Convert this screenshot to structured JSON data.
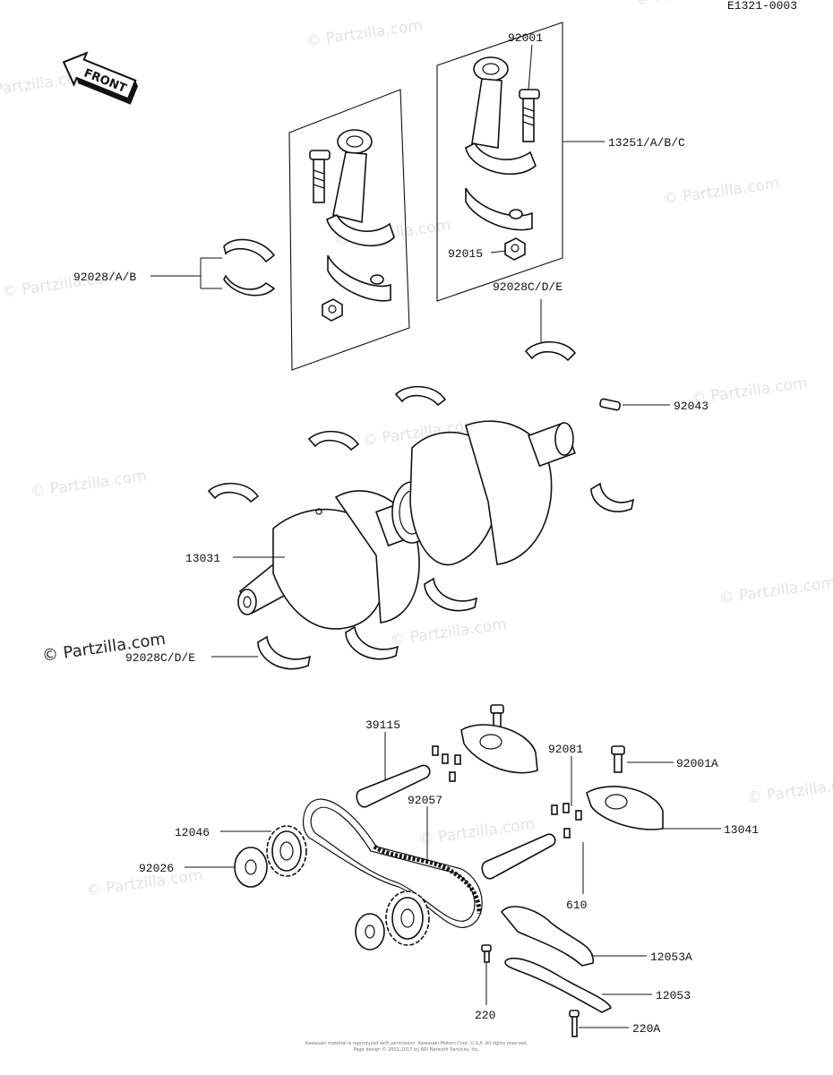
{
  "diagram_code": "E1321-0003",
  "front_arrow_label": "FRONT",
  "watermark_text": "© Partzilla.com",
  "parts": {
    "p92001": "92001",
    "p13251": "13251/A/B/C",
    "p92028ab": "92028/A/B",
    "p92015": "92015",
    "p92028cde_upper": "92028C/D/E",
    "p92043": "92043",
    "p13031": "13031",
    "p92028cde_lower": "92028C/D/E",
    "p39115": "39115",
    "p92081": "92081",
    "p92001a": "92001A",
    "p92057": "92057",
    "p12046": "12046",
    "p13041": "13041",
    "p92026": "92026",
    "p610": "610",
    "p12053a": "12053A",
    "p12053": "12053",
    "p220": "220",
    "p220a": "220A"
  },
  "footer_line1": "Kawasaki material is reproduced with permission. Kawasaki Motors Corp. U.S.A. All rights reserved.",
  "footer_line2": "Page design © 2001-2017 by ARI Network Services, Inc."
}
